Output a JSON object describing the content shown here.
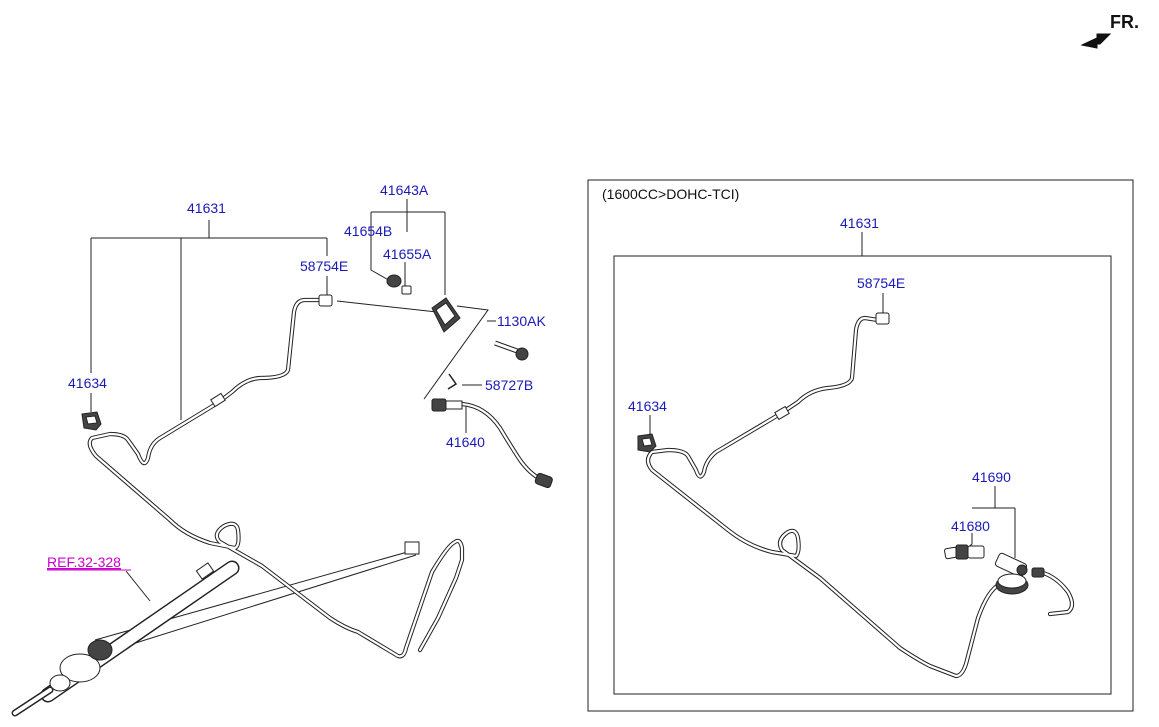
{
  "orientation": {
    "label": "FR.",
    "icon": "front-direction-arrow-icon"
  },
  "reference": {
    "label": "REF.32-328",
    "color": "#cc00cc"
  },
  "part_label_color": "#1a1ab8",
  "left_assembly": {
    "callouts": {
      "tube_assembly": "41631",
      "bracket_assembly": "41643A",
      "bushing": "41654B",
      "collar": "41655A",
      "connector": "58754E",
      "bolt": "1130AK",
      "clip_small": "58727B",
      "hose": "41640",
      "clip": "41634"
    }
  },
  "right_assembly": {
    "condition": "(1600CC>DOHC-TCI)",
    "callouts": {
      "tube_assembly": "41631",
      "connector": "58754E",
      "clip": "41634",
      "damper_assembly": "41690",
      "damper": "41680"
    }
  }
}
